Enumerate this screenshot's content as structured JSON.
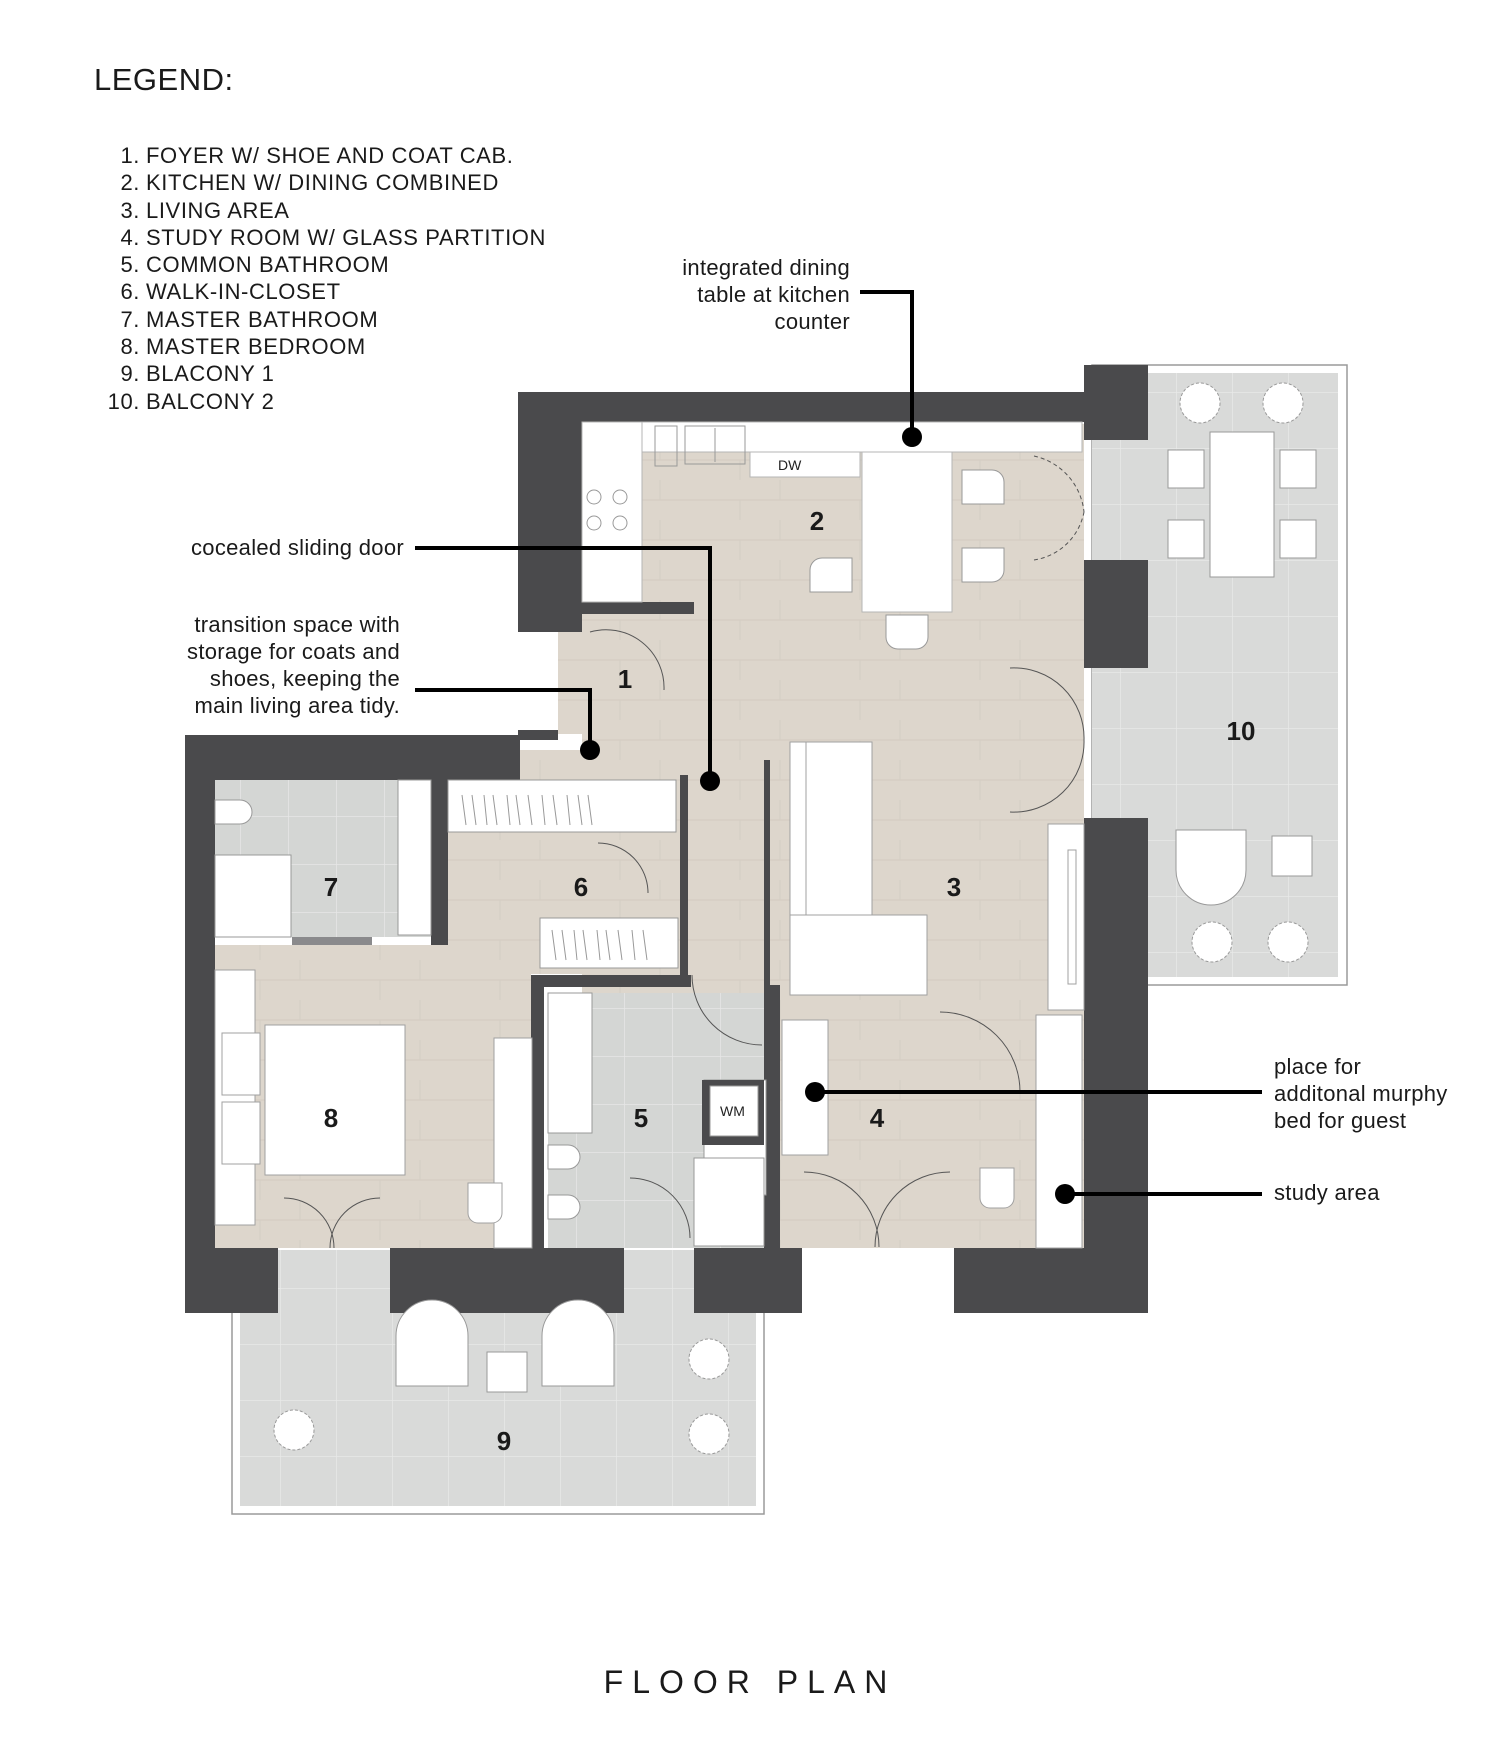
{
  "legend": {
    "title": "LEGEND:",
    "items": [
      {
        "num": "1.",
        "label": "FOYER W/ SHOE AND COAT CAB."
      },
      {
        "num": "2.",
        "label": "KITCHEN W/ DINING COMBINED"
      },
      {
        "num": "3.",
        "label": "LIVING AREA"
      },
      {
        "num": "4.",
        "label": "STUDY ROOM W/ GLASS PARTITION"
      },
      {
        "num": "5.",
        "label": "COMMON BATHROOM"
      },
      {
        "num": "6.",
        "label": "WALK-IN-CLOSET"
      },
      {
        "num": "7.",
        "label": "MASTER BATHROOM"
      },
      {
        "num": "8.",
        "label": "MASTER BEDROOM"
      },
      {
        "num": "9.",
        "label": "BLACONY 1"
      },
      {
        "num": "10.",
        "label": "BALCONY 2"
      }
    ]
  },
  "annotations": {
    "dining_table": "integrated dining\ntable at kitchen\ncounter",
    "sliding_door": "cocealed sliding door",
    "transition_space": "transition space with\nstorage for coats and\nshoes, keeping the\nmain living area tidy.",
    "murphy_bed": "place for\nadditonal murphy\nbed for guest",
    "study_area": "study area"
  },
  "room_labels": {
    "r1": "1",
    "r2": "2",
    "r3": "3",
    "r4": "4",
    "r5": "5",
    "r6": "6",
    "r7": "7",
    "r8": "8",
    "r9": "9",
    "r10": "10"
  },
  "fixtures": {
    "dishwasher": "DW",
    "washing_machine": "WM"
  },
  "footer_title": "FLOOR PLAN",
  "colors": {
    "wall": "#4a4a4c",
    "wood_floor": "#ddd6cc",
    "tile_floor": "#d4d6d4",
    "balcony_floor": "#d9dad9",
    "furniture": "#ffffff",
    "outline": "#9a9a9a",
    "leader": "#000000"
  }
}
